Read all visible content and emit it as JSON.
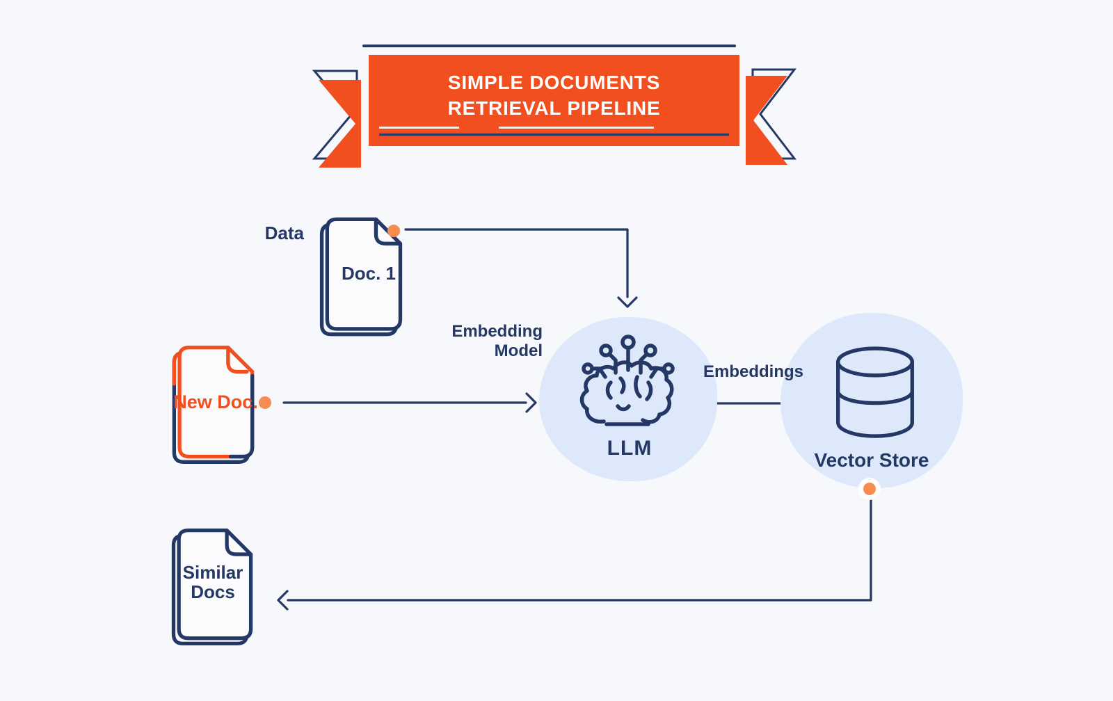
{
  "banner": {
    "title_line1": "SIMPLE DOCUMENTS",
    "title_line2": "RETRIEVAL PIPELINE"
  },
  "nodes": {
    "data_label": "Data",
    "doc1_label": "Doc. 1",
    "new_doc_label": "New Doc.",
    "embedding_model_line1": "Embedding",
    "embedding_model_line2": "Model",
    "llm_label": "LLM",
    "embeddings_label": "Embeddings",
    "vector_store_label": "Vector Store",
    "similar_docs_line1": "Similar",
    "similar_docs_line2": "Docs"
  },
  "icons": {
    "banner": "ribbon-banner",
    "doc1": "document-stack-icon",
    "new_doc": "document-stack-icon",
    "similar_docs": "document-stack-icon",
    "llm": "brain-circuit-icon",
    "vector_store": "database-icon",
    "connector_dot": "orange-dot"
  },
  "colors": {
    "background": "#F7F8FB",
    "navy": "#243865",
    "orange": "#F14F1F",
    "dot_orange": "#F68C4F",
    "node_circle_blue": "#DDE8FA",
    "banner_text": "#FFFFFF"
  }
}
